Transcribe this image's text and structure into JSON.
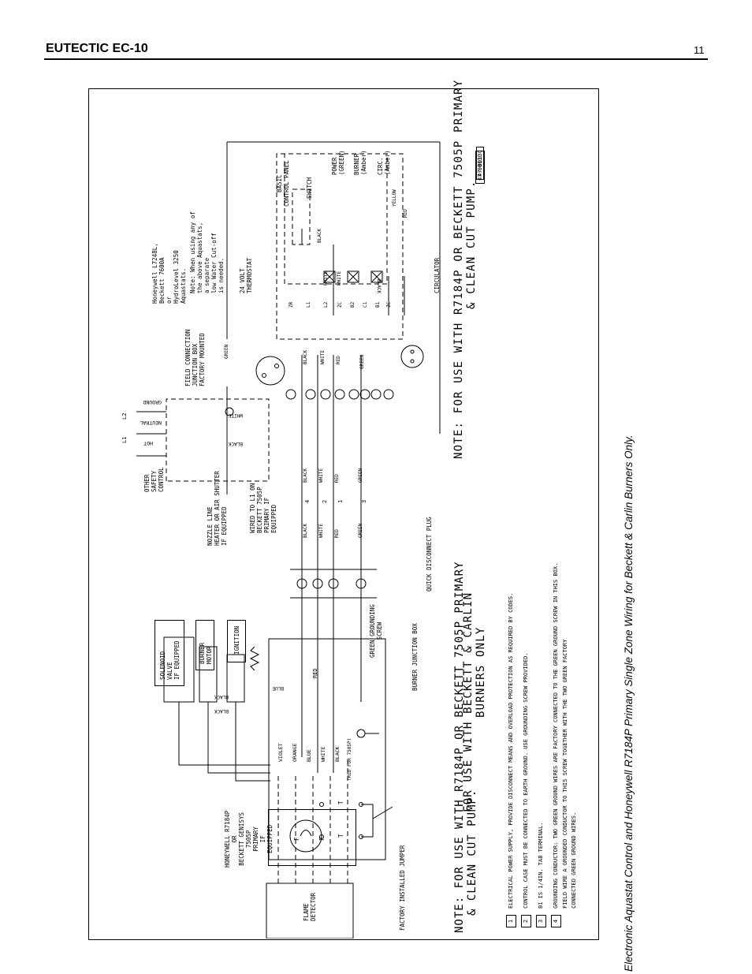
{
  "header": {
    "title": "EUTECTIC EC-10",
    "page_number": "11"
  },
  "caption": "Electronic Aquastat Control and Honeywell R7184P Primary Single Zone Wiring for Beckett & Carlin Burners Only.",
  "diagram": {
    "note_primary": [
      "NOTE: FOR USE WITH R7184P OR BECKETT 7505P PRIMARY",
      "& CLEAN CUT PUMP."
    ],
    "note_burners": [
      "FOR USE WITH BECKETT & CARLIN",
      "BURNERS ONLY"
    ],
    "drawing_number": "47-0013C",
    "aquastat_label": [
      "Honeywell L7248L,",
      "Beckett 7600A",
      "or",
      "HydroLevel 3250",
      "Aquastats."
    ],
    "aquastat_note": [
      "Note: When using any of",
      "the above Aquastats,",
      "a separate",
      "low Water Cut-off",
      "is needed."
    ],
    "control_panel_label": [
      "BASIC",
      "CONTROL PANEL"
    ],
    "switch_label": "SWITCH",
    "lights": [
      [
        "POWER",
        "(GREEN)"
      ],
      [
        "BURNER",
        "(Amber)"
      ],
      [
        "CIRC.",
        "(Amber)"
      ]
    ],
    "thermostat_label": [
      "24 VOLT",
      "THERMOSTAT"
    ],
    "circulator_label": "CIRCULATOR",
    "field_box_label": [
      "FIELD CONNECTION",
      "JUNCTION BOX",
      "FACTORY MOUNTED"
    ],
    "terminals": [
      "ZR",
      "L1",
      "L2",
      "ZC",
      "B2",
      "C1",
      "B1",
      "ZC"
    ],
    "wire_labels": {
      "black": "BLACK",
      "white": "WHITE",
      "red": "RED",
      "green": "GREEN",
      "yellow": "YELLOW",
      "blue": "BLUE",
      "violet": "VIOLET",
      "orange": "ORANGE"
    },
    "supply_labels": {
      "ground": "GROUND",
      "neutral": "NEUTRAL",
      "hot": "HOT",
      "l1": "L1",
      "l2": "L2"
    },
    "safety_label": [
      "OTHER",
      "SAFETY",
      "CONTROL"
    ],
    "plug_pins": [
      "4",
      "2",
      "1",
      "3"
    ],
    "plug_label": "QUICK DISCONNECT PLUG",
    "nozzle_label": [
      "NOZZLE LINE",
      "HEATER OR AIR SHUTTER",
      "IF EQUIPPED"
    ],
    "l1_note": [
      "WIRED TO L1 ON",
      "BECKETT 7505P",
      "PRIMARY IF",
      "EQUIPPED"
    ],
    "components": [
      [
        "SOLENOID",
        "VALVE",
        "IF EQUIPPED"
      ],
      [
        "BURNER",
        "MOTOR"
      ],
      [
        "IGNITION"
      ]
    ],
    "grounding_screw_label": [
      "GREEN GROUNDING",
      "SCREW"
    ],
    "burner_box_label": "BURNER JUNCTION BOX",
    "primary_label": [
      "HONEYWELL R7184P",
      "OR",
      "BECKETT GENISYS",
      "7505P",
      "PRIMARY",
      "IF",
      "EQUIPPED"
    ],
    "red_note": "(RED FOR 7505P)",
    "flame_label": [
      "FLAME",
      "DETECTOR"
    ],
    "jumper_label": "FACTORY INSTALLED JUMPER",
    "primary_terminals": [
      "F",
      "F",
      "T",
      "T"
    ],
    "footnotes": [
      [
        "1",
        "ELECTRICAL POWER SUPPLY, PROVIDE DISCONNECT MEANS AND OVERLOAD PROTECTION AS REQUIRED BY CODES."
      ],
      [
        "2",
        "CONTROL CASE MUST BE CONNECTED TO EARTH GROUND.  USE GROUNDING SCREW PROVIDED."
      ],
      [
        "3",
        "B1 IS 1/4IN. TAB TERMINAL."
      ],
      [
        "4",
        "GROUNDING CONDUCTOR: TWO GREEN GROUND WIRES ARE FACTORY CONNECTED TO THE GREEN GROUND SCREW IN THIS BOX.",
        "FIELD WIRE A GROUNDED CONDUCTOR TO THIS SCREW TOGETHER WITH THE TWO GREEN FACTORY",
        "CONNECTED GREEN GROUND WIRES."
      ]
    ]
  }
}
